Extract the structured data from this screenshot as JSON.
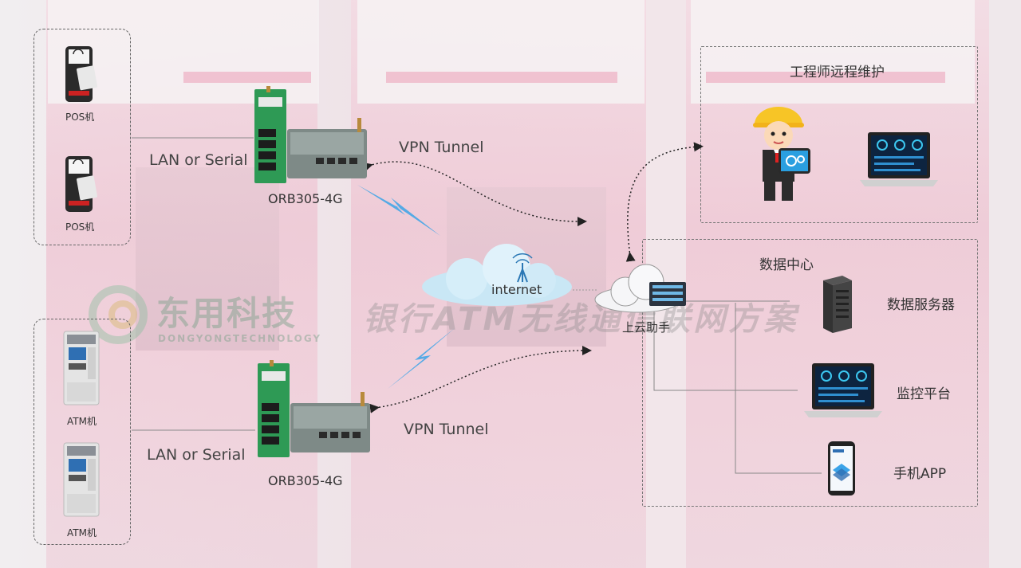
{
  "watermark": {
    "logo_text": "东用科技",
    "logo_sub": "DONGYONGTECHNOLOGY",
    "title": "银行ATM无线通信联网方案"
  },
  "devices": {
    "pos_label_1": "POS机",
    "pos_label_2": "POS机",
    "atm_label_1": "ATM机",
    "atm_label_2": "ATM机",
    "router_top": "ORB305-4G",
    "router_bottom": "ORB305-4G"
  },
  "links": {
    "lan_top": "LAN or Serial",
    "lan_bottom": "LAN or Serial",
    "vpn_top": "VPN Tunnel",
    "vpn_bottom": "VPN Tunnel"
  },
  "cloud": {
    "internet": "internet",
    "cloud_helper": "上云助手"
  },
  "remote": {
    "title": "工程师远程维护"
  },
  "datacenter": {
    "title": "数据中心",
    "server": "数据服务器",
    "monitor": "监控平台",
    "app": "手机APP"
  },
  "colors": {
    "router_green": "#2e9a55",
    "lightning": "#3aa3e8",
    "cloud_blue": "#c9e7f5"
  }
}
